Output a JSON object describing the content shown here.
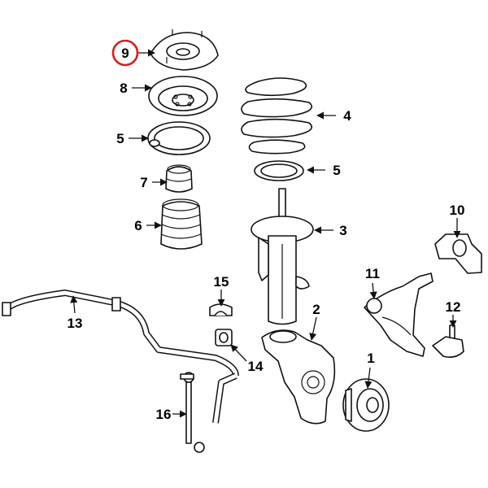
{
  "accent_color": "#d81e1e",
  "highlighted_callout": "9",
  "callouts": {
    "c1": "1",
    "c2": "2",
    "c3": "3",
    "c4": "4",
    "c5a": "5",
    "c5b": "5",
    "c6": "6",
    "c7": "7",
    "c8": "8",
    "c9": "9",
    "c10": "10",
    "c11": "11",
    "c12": "12",
    "c13": "13",
    "c14": "14",
    "c15": "15",
    "c16": "16"
  }
}
